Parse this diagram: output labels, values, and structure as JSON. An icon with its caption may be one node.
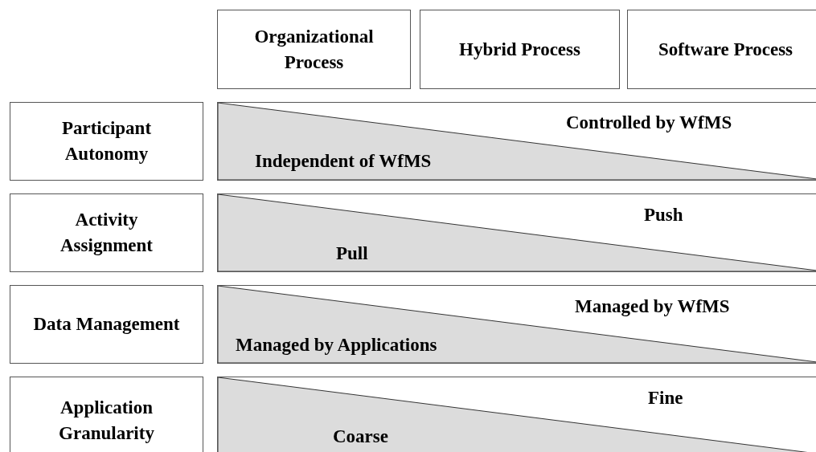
{
  "diagram": {
    "nodes": [
      {
        "text": [
          "Organizational Process"
        ]
      },
      {
        "text": [
          "Hybrid Process"
        ]
      },
      {
        "text": [
          "Software Process"
        ]
      },
      {
        "text": [
          "Participant Autonomy"
        ]
      },
      {
        "text": [
          "Controlled by WfMS",
          "Independent of WfMS"
        ]
      },
      {
        "text": [
          "Activity Assignment"
        ]
      },
      {
        "text": [
          "Push",
          "Pull"
        ]
      },
      {
        "text": [
          "Data Management"
        ]
      },
      {
        "text": [
          "Managed by WfMS",
          "Managed by Applications"
        ]
      },
      {
        "text": [
          "Application Granularity"
        ]
      },
      {
        "text": [
          "Fine",
          "Coarse"
        ]
      }
    ]
  }
}
